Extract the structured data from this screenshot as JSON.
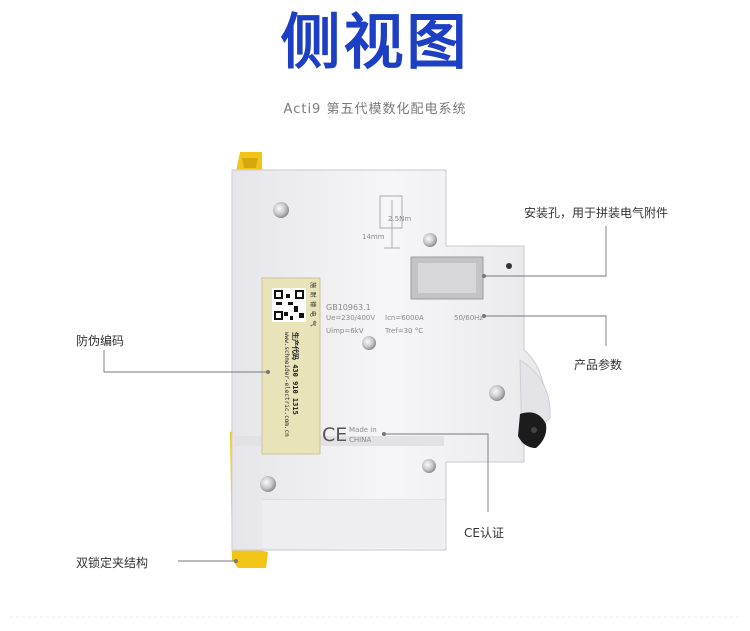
{
  "header": {
    "title": "侧视图",
    "subtitle": "Acti9 第五代模数化配电系统"
  },
  "callouts": {
    "mounting_hole": "安装孔，用于拼装电气附件",
    "anti_counterfeit": "防伪编码",
    "product_params": "产品参数",
    "ce_cert": "CE认证",
    "double_lock": "双锁定夹结构"
  },
  "device_labels": {
    "dim_a": "2.5Nm",
    "dim_b": "14mm",
    "standard": "GB10963.1",
    "ue": "Ue=230/400V",
    "icn": "Icn=6000A",
    "freq": "50/60Hz",
    "uimp": "Uimp=6kV",
    "tref": "Tref=30 °C",
    "made_in": "Made in",
    "china": "CHINA",
    "ce_mark": "CE"
  },
  "sticker": {
    "line1": "施 耐 德 电 气",
    "line2": "生产代码 430 910 1315",
    "line3": "www.schneider-electric.com.cn"
  },
  "colors": {
    "title": "#1d3fc4",
    "yellow": "#f2c418",
    "body": "#f1f1f3",
    "sticker": "#e8e3b8"
  }
}
